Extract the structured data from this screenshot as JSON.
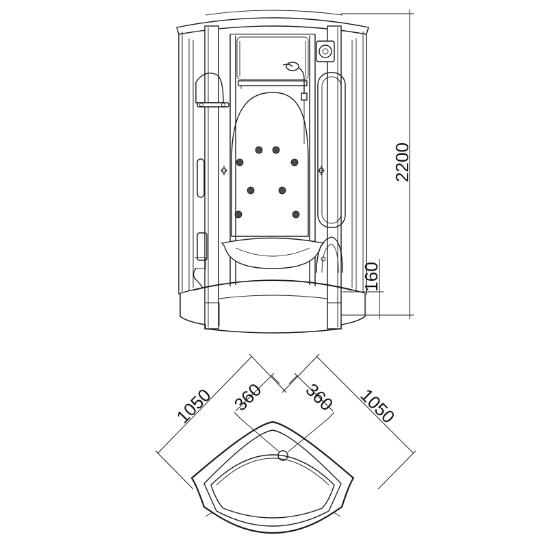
{
  "elevation": {
    "height_label": "2200",
    "tray_height_label": "160"
  },
  "plan": {
    "side_left_label": "1050",
    "side_right_label": "1050",
    "drain_left_label": "360",
    "drain_right_label": "360"
  }
}
